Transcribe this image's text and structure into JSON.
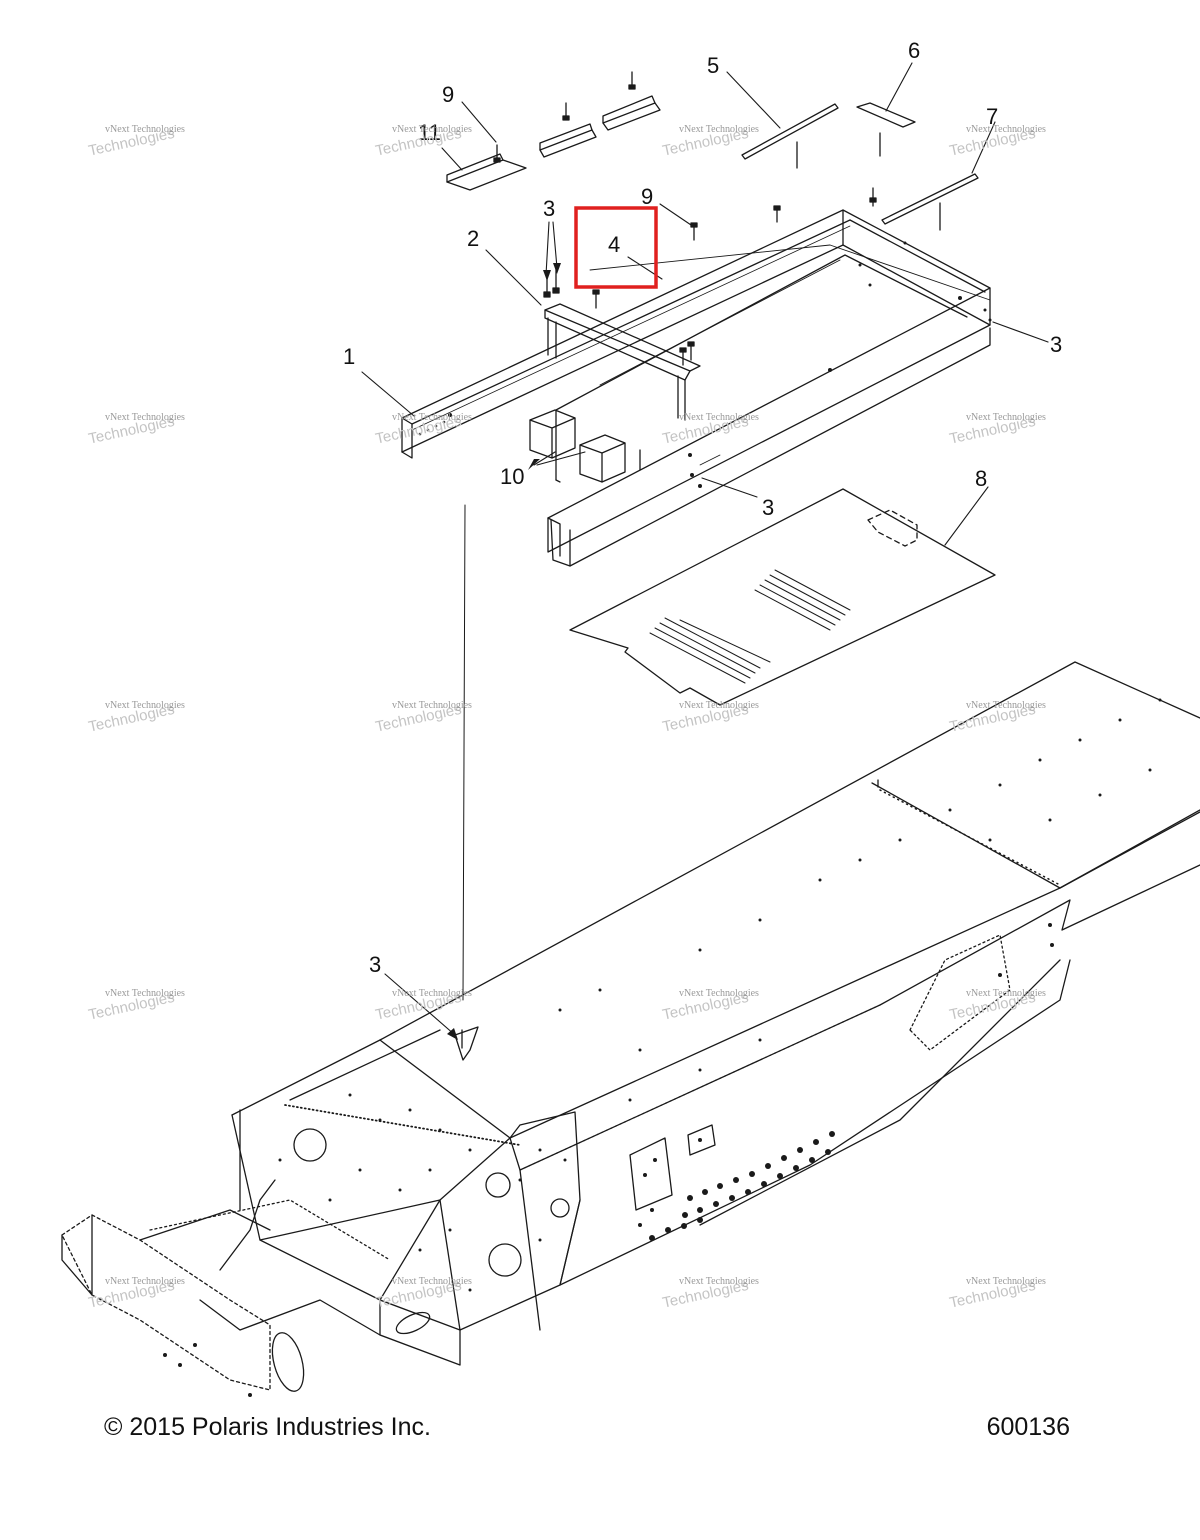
{
  "callouts": [
    "1",
    "2",
    "3",
    "4",
    "5",
    "6",
    "7",
    "8",
    "9",
    "10",
    "11"
  ],
  "watermark": {
    "line1": "vNext Technologies",
    "line2": "Technologies"
  },
  "footer": {
    "copyright": "© 2015 Polaris Industries Inc.",
    "drawing_number": "600136"
  },
  "highlight": {
    "label": "4",
    "color": "#e0201f"
  },
  "line_color": "#1a1a1a"
}
